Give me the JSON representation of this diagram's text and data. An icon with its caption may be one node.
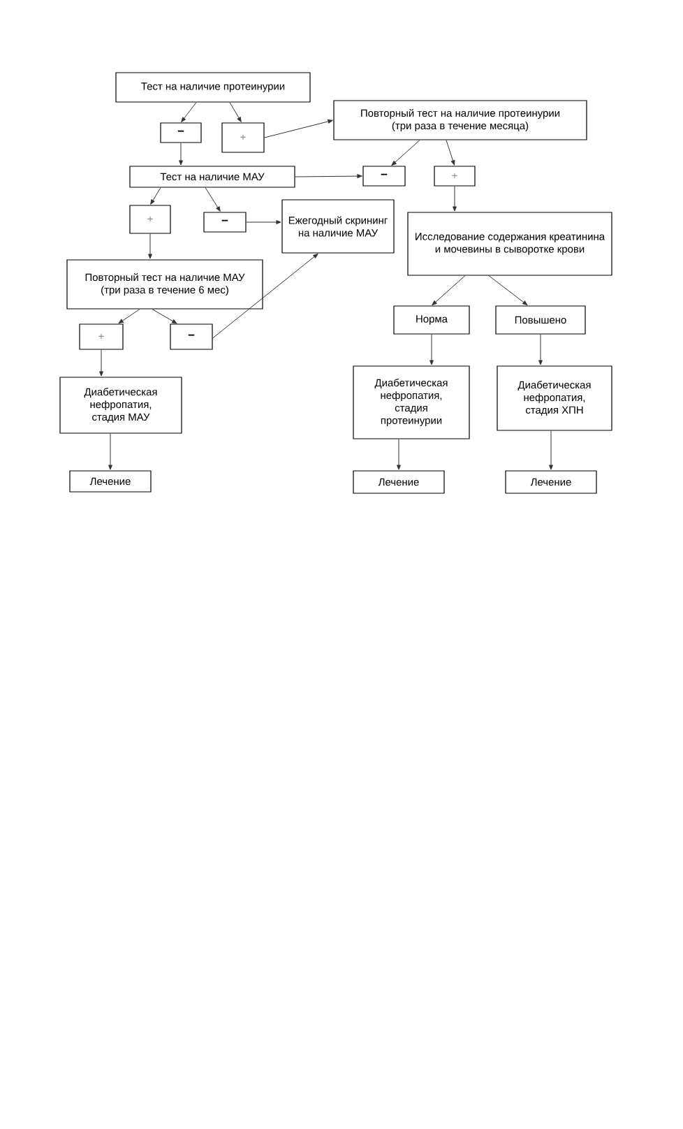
{
  "diagram": {
    "nodes": [
      {
        "text": [
          "Тест на наличие протеинурии"
        ]
      },
      {
        "text": [
          "−"
        ]
      },
      {
        "text": [
          "+"
        ]
      },
      {
        "text": [
          "Повторный тест на наличие протеинурии (три раза в течение месяца)"
        ]
      },
      {
        "text": [
          "Тест на наличие МАУ"
        ]
      },
      {
        "text": [
          "−"
        ]
      },
      {
        "text": [
          "+"
        ]
      },
      {
        "text": [
          "+"
        ]
      },
      {
        "text": [
          "−"
        ]
      },
      {
        "text": [
          "Ежегодный скрининг на наличие МАУ"
        ]
      },
      {
        "text": [
          "Исследование содержания креатинина и мочевины в сыворотке крови"
        ]
      },
      {
        "text": [
          "Повторный тест на наличие МАУ (три раза в течение 6 мес)"
        ]
      },
      {
        "text": [
          "+"
        ]
      },
      {
        "text": [
          "−"
        ]
      },
      {
        "text": [
          "Норма"
        ]
      },
      {
        "text": [
          "Повышено"
        ]
      },
      {
        "text": [
          "Диабетическая нефропатия, стадия МАУ"
        ]
      },
      {
        "text": [
          "Диабетическая нефропатия, стадия протеинурии"
        ]
      },
      {
        "text": [
          "Диабетическая нефропатия, стадия ХПН"
        ]
      },
      {
        "text": [
          "Лечение"
        ]
      },
      {
        "text": [
          "Лечение"
        ]
      },
      {
        "text": [
          "Лечение"
        ]
      }
    ],
    "edges": [
      {
        "from": 0,
        "to": 1,
        "arrow": "to"
      },
      {
        "from": 0,
        "to": 2,
        "arrow": "to"
      },
      {
        "from": 2,
        "to": 3,
        "arrow": "to"
      },
      {
        "from": 1,
        "to": 4,
        "arrow": "to"
      },
      {
        "from": 4,
        "to": 5,
        "arrow": "to"
      },
      {
        "from": 3,
        "to": 5,
        "arrow": "to"
      },
      {
        "from": 3,
        "to": 6,
        "arrow": "to"
      },
      {
        "from": 6,
        "to": 10,
        "arrow": "to"
      },
      {
        "from": 4,
        "to": 7,
        "arrow": "to"
      },
      {
        "from": 4,
        "to": 8,
        "arrow": "to"
      },
      {
        "from": 8,
        "to": 9,
        "arrow": "to"
      },
      {
        "from": 7,
        "to": 11,
        "arrow": "to"
      },
      {
        "from": 11,
        "to": 12,
        "arrow": "to"
      },
      {
        "from": 11,
        "to": 13,
        "arrow": "to"
      },
      {
        "from": 13,
        "to": 9,
        "arrow": "to"
      },
      {
        "from": 10,
        "to": 14,
        "arrow": "to"
      },
      {
        "from": 10,
        "to": 15,
        "arrow": "to"
      },
      {
        "from": 12,
        "to": 16,
        "arrow": "to"
      },
      {
        "from": 14,
        "to": 17,
        "arrow": "to"
      },
      {
        "from": 15,
        "to": 18,
        "arrow": "to"
      },
      {
        "from": 16,
        "to": 19,
        "arrow": "to"
      },
      {
        "from": 17,
        "to": 20,
        "arrow": "to"
      },
      {
        "from": 18,
        "to": 21,
        "arrow": "to"
      }
    ]
  }
}
